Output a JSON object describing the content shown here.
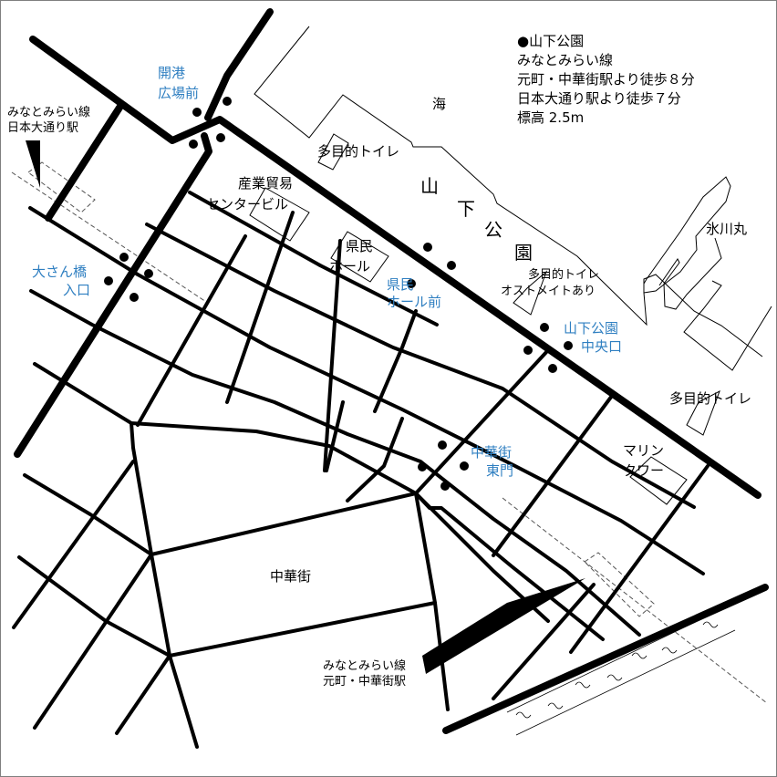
{
  "legend": {
    "title": "●山下公園",
    "lines": [
      "みなとみらい線",
      "元町・中華街駅より徒歩８分",
      "日本大通り駅より徒歩７分",
      "標高 2.5m"
    ]
  },
  "labels": {
    "sea": "海",
    "park_chars": [
      "山",
      "下",
      "公",
      "園"
    ],
    "hikawa_maru": "氷川丸",
    "toilet_1": "多目的トイレ",
    "toilet_2_line1": "多目的トイレ",
    "toilet_2_line2": "オストメイトあり",
    "toilet_3": "多目的トイレ",
    "trade_center_line1": "産業貿易",
    "trade_center_line2": "センタービル",
    "kenmin_hall_line1": "県民",
    "kenmin_hall_line2": "ホール",
    "marine_tower_line1": "マリン",
    "marine_tower_line2": "タワー",
    "chinatown": "中華街",
    "station_nihon_odori_line1": "みなとみらい線",
    "station_nihon_odori_line2": "日本大通り駅",
    "station_motomachi_line1": "みなとみらい線",
    "station_motomachi_line2": "元町・中華街駅"
  },
  "bus_stops": {
    "kaiko_hiroba_line1": "開港",
    "kaiko_hiroba_line2": "広場前",
    "osanbashi_line1": "大さん橋",
    "osanbashi_line2": "入口",
    "kenmin_hall_mae_line1": "県民",
    "kenmin_hall_mae_line2": "ホール前",
    "yamashita_central_line1": "山下公園",
    "yamashita_central_line2": "中央口",
    "chinatown_east_line1": "中華街",
    "chinatown_east_line2": "東門"
  },
  "colors": {
    "road": "#000000",
    "bus_stop_label": "#2f7fc1",
    "outline": "#000000",
    "railway_dashed": "#555555"
  }
}
